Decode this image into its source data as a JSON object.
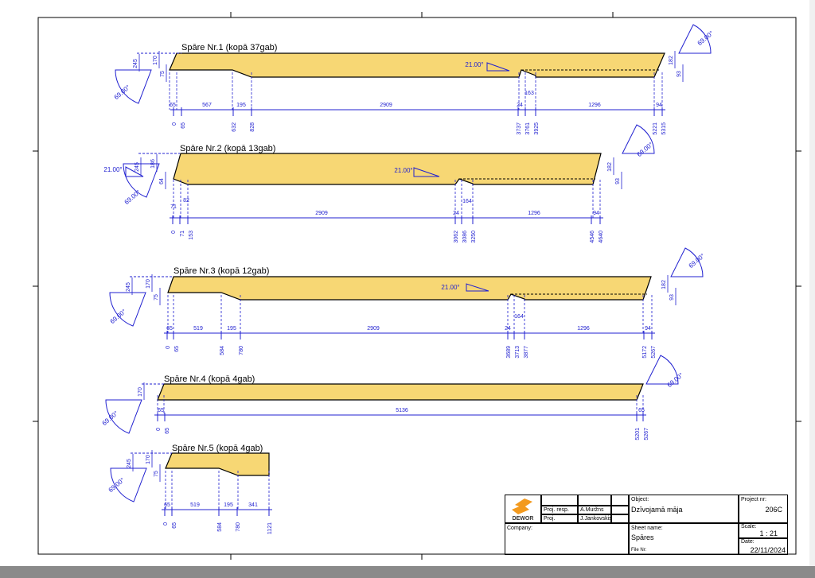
{
  "colors": {
    "beam_fill": "#f7d774",
    "dimension": "#2020d0",
    "outline": "#000000"
  },
  "beams": [
    {
      "title": "Spāre Nr.1 (kopā  37gab)",
      "dims": [
        "65",
        "567",
        "195",
        "2909",
        "24",
        "163",
        "1296",
        "94"
      ],
      "positions": [
        "0",
        "65",
        "632",
        "828",
        "3737",
        "3761",
        "3925",
        "5221",
        "5315"
      ],
      "heights": [
        "245",
        "170",
        "75",
        "182",
        "93"
      ],
      "angles": [
        "69.00°",
        "21.00°",
        "69.00°"
      ]
    },
    {
      "title": "Spāre Nr.2 (kopā  13gab)",
      "dims": [
        "71",
        "82",
        "2909",
        "24",
        "164",
        "1296",
        "94"
      ],
      "positions": [
        "0",
        "71",
        "153",
        "3062",
        "3086",
        "3250",
        "4546",
        "4640"
      ],
      "heights": [
        "245",
        "186",
        "64",
        "182",
        "93"
      ],
      "angles": [
        "21.00°",
        "69.00°",
        "21.00°",
        "69.00°"
      ]
    },
    {
      "title": "Spāre Nr.3 (kopā 12gab)",
      "dims": [
        "65",
        "519",
        "195",
        "2909",
        "24",
        "164",
        "1296",
        "94"
      ],
      "positions": [
        "0",
        "65",
        "584",
        "780",
        "3689",
        "3713",
        "3877",
        "5172",
        "5267"
      ],
      "heights": [
        "245",
        "170",
        "75",
        "182",
        "93"
      ],
      "angles": [
        "69.00°",
        "21.00°",
        "69.00°"
      ]
    },
    {
      "title": "Spāre Nr.4  (kopā 4gab)",
      "dims": [
        "65",
        "5136",
        "65"
      ],
      "positions": [
        "0",
        "65",
        "5201",
        "5267"
      ],
      "heights": [
        "170"
      ],
      "angles": [
        "69.00°",
        "69.00°"
      ]
    },
    {
      "title": "Spāre Nr.5    (kopā 4gab)",
      "dims": [
        "65",
        "519",
        "195",
        "341"
      ],
      "positions": [
        "0",
        "65",
        "584",
        "780",
        "1121"
      ],
      "heights": [
        "245",
        "170",
        "75"
      ],
      "angles": [
        "69.00°"
      ]
    }
  ],
  "title_block": {
    "logo_text": "DEWOR",
    "proj_resp_eng_label": "Proj. resp. eng:",
    "proj_resp_eng": "A.Muržns",
    "proj_eng_dsg_label": "Proj. eng/dsg:",
    "proj_eng_dsg": "J.Jankovskis",
    "company_label": "Company:",
    "object_label": "Object:",
    "object": "Dzīvojamā māja",
    "project_nr_label": "Project nr:",
    "project_nr": "206C",
    "sheet_name_label": "Sheet name:",
    "sheet_name": "Spāres",
    "scale_label": "Scale:",
    "scale": "1 : 21",
    "date_label": "Date:",
    "date": "22/11/2024",
    "file_nr_label": "File Nr:"
  }
}
